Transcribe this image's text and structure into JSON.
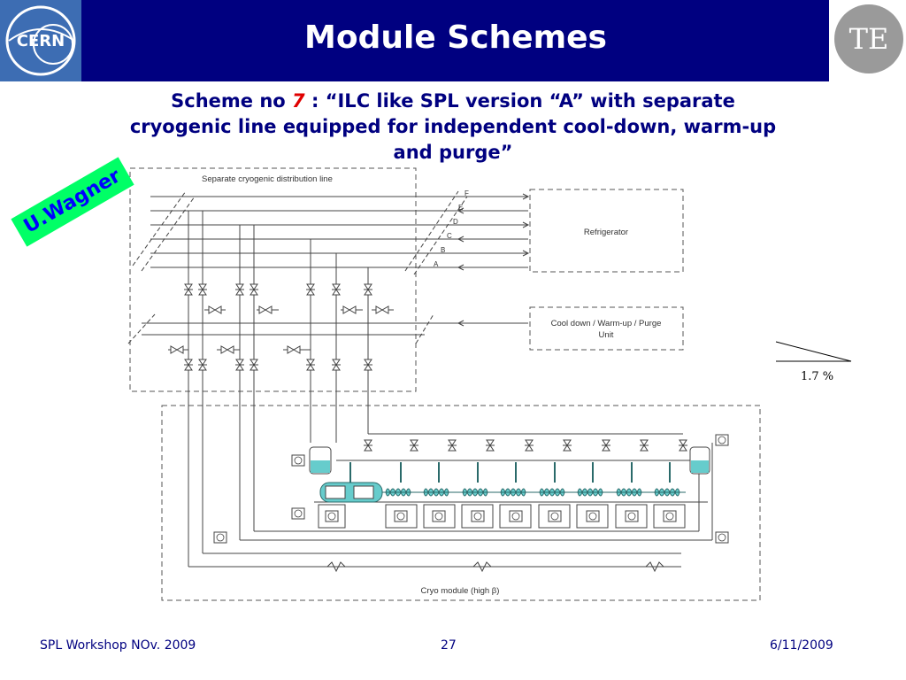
{
  "header": {
    "title": "Module Schemes",
    "cern_logo_text": "CERN",
    "te_logo_text": "TE"
  },
  "subtitle": {
    "prefix": "Scheme no ",
    "number": "7",
    "line1_rest": " : “ILC like SPL version “A” with separate",
    "line2": "cryogenic line equipped for independent cool-down, warm-up",
    "line3": "and purge”"
  },
  "author_badge": "U.Wagner",
  "diagram": {
    "distribution_line_label": "Separate cryogenic distribution line",
    "refrigerator_label": "Refrigerator",
    "cooldown_label_line1": "Cool down / Warm-up / Purge",
    "cooldown_label_line2": "Unit",
    "cryomodule_label": "Cryo module (high β)",
    "slope_label": "1.7 %",
    "line_letters": [
      "F",
      "E",
      "D",
      "C",
      "B",
      "A"
    ]
  },
  "footer": {
    "left": "SPL Workshop NOv. 2009",
    "page": "27",
    "date": "6/11/2009"
  },
  "colors": {
    "header_bg": "#000080",
    "title_text": "#ffffff",
    "subtitle_text": "#000080",
    "scheme_number": "#e00000",
    "badge_bg": "#00ff66",
    "badge_text": "#0000ff",
    "helium_fill": "#66cccc"
  }
}
